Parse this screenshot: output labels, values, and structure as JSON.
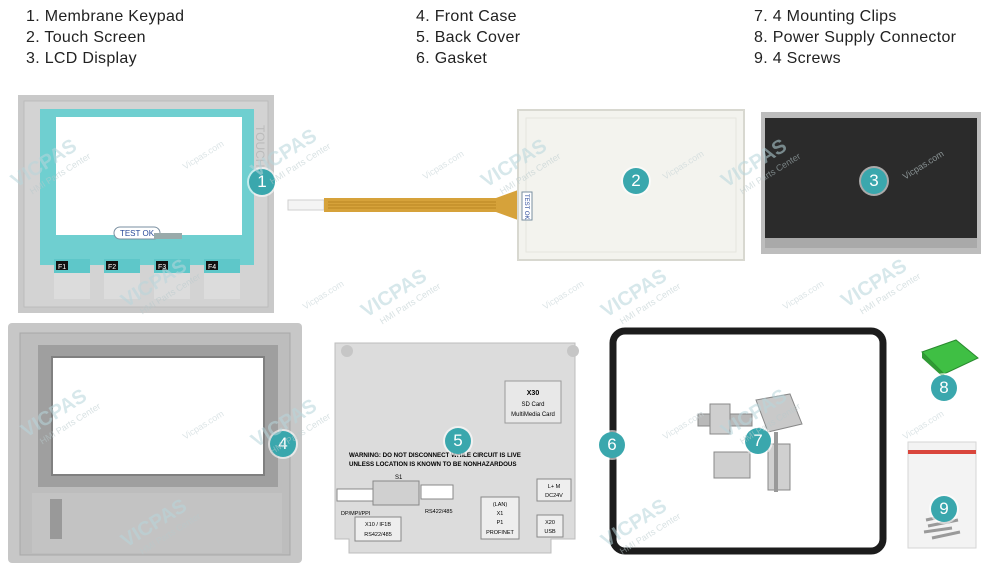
{
  "legend": {
    "col1": [
      "1. Membrane Keypad",
      "2. Touch Screen",
      "3. LCD Display"
    ],
    "col2": [
      "4. Front Case",
      "5. Back Cover",
      "6. Gasket"
    ],
    "col3": [
      "7. 4 Mounting Clips",
      "8. Power Supply Connector",
      "9. 4 Screws"
    ]
  },
  "badges": [
    "1",
    "2",
    "3",
    "4",
    "5",
    "6",
    "7",
    "8",
    "9"
  ],
  "watermark": {
    "brand": "VICPAS",
    "sub": "HMI Parts Center",
    "site": "Vicpas.com"
  },
  "keypad": {
    "test_label": "TEST OK",
    "side_text": "TOUCH",
    "keys": [
      "F1",
      "F2",
      "F3",
      "F4"
    ]
  },
  "touch": {
    "test_label": "TEST OK"
  },
  "back_cover": {
    "x30": "X30",
    "sd": "SD Card",
    "mmc": "MultiMedia Card",
    "warning1": "WARNING: DO NOT DISCONNECT WHILE CIRCUIT IS LIVE",
    "warning2": "UNLESS LOCATION IS KNOWN TO BE NONHAZARDOUS",
    "s1": "S1",
    "dp": "DP/MPI/PPI",
    "x10": "X10 / IF1B",
    "rs485a": "RS422/485",
    "rs485b": "RS422/485",
    "lan": "(LAN)",
    "x1": "X1",
    "p1": "P1",
    "profinet": "PROFINET",
    "lm": "L+   M",
    "dc": "DC24V",
    "x20": "X20",
    "usb": "USB"
  },
  "colors": {
    "accent": "#3aa7ad",
    "keypad_cyan": "#5ec7c9",
    "lcd": "#2b2b2b"
  }
}
